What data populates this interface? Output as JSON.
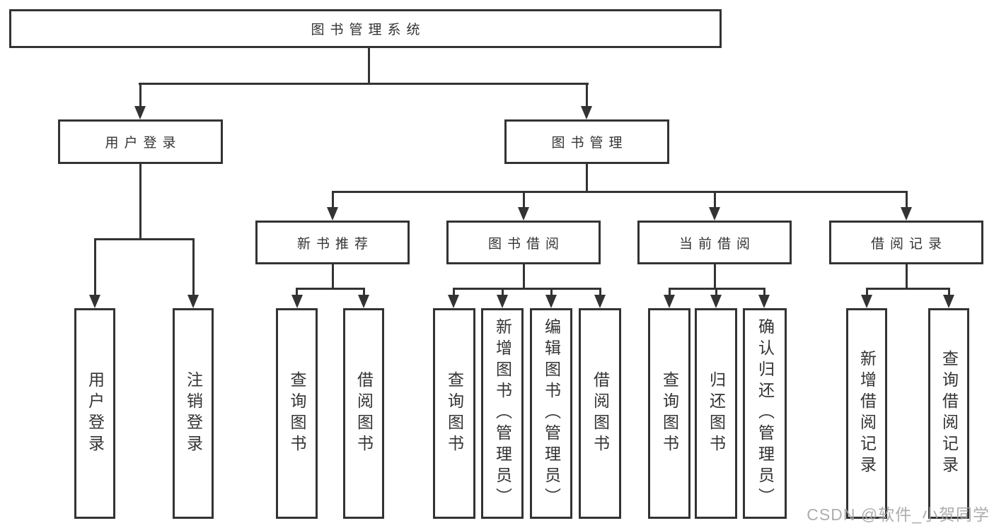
{
  "tree": {
    "root": {
      "label": "图书管理系统"
    },
    "children": [
      {
        "label": "用户登录",
        "children": [
          {
            "label": "用户登录"
          },
          {
            "label": "注销登录"
          }
        ]
      },
      {
        "label": "图书管理",
        "children": [
          {
            "label": "新书推荐",
            "children": [
              {
                "label": "查询图书"
              },
              {
                "label": "借阅图书"
              }
            ]
          },
          {
            "label": "图书借阅",
            "children": [
              {
                "label": "查询图书"
              },
              {
                "label": "新增图书（管理员）"
              },
              {
                "label": "编辑图书（管理员）"
              },
              {
                "label": "借阅图书"
              }
            ]
          },
          {
            "label": "当前借阅",
            "children": [
              {
                "label": "查询图书"
              },
              {
                "label": "归还图书"
              },
              {
                "label": "确认归还（管理员）"
              }
            ]
          },
          {
            "label": "借阅记录",
            "children": [
              {
                "label": "新增借阅记录"
              },
              {
                "label": "查询借阅记录"
              }
            ]
          }
        ]
      }
    ]
  },
  "colors": {
    "line": "#333333",
    "background": "#ffffff",
    "watermark": "#a4a4a4"
  },
  "watermark": {
    "text": "CSDN @软件_小贺同学"
  }
}
